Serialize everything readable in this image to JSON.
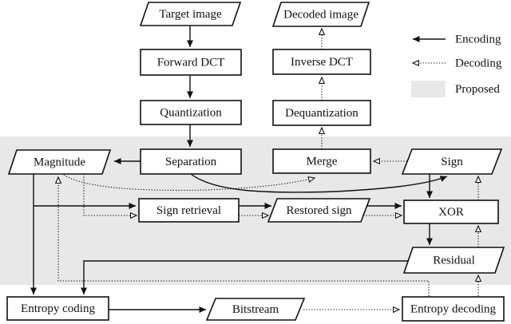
{
  "diagram": {
    "nodes": {
      "target_image": "Target image",
      "forward_dct": "Forward DCT",
      "quantization": "Quantization",
      "separation": "Separation",
      "decoded_image": "Decoded image",
      "inverse_dct": "Inverse DCT",
      "dequantization": "Dequantization",
      "merge": "Merge",
      "magnitude": "Magnitude",
      "sign": "Sign",
      "sign_retrieval": "Sign retrieval",
      "restored_sign": "Restored sign",
      "xor": "XOR",
      "residual": "Residual",
      "entropy_coding": "Entropy coding",
      "bitstream": "Bitstream",
      "entropy_decoding": "Entropy decoding"
    },
    "legend": {
      "encoding": "Encoding",
      "decoding": "Decoding",
      "proposed": "Proposed"
    },
    "colors": {
      "proposed_region": "#e8e8e8",
      "line": "#111111",
      "node_fill": "#ffffff"
    }
  }
}
